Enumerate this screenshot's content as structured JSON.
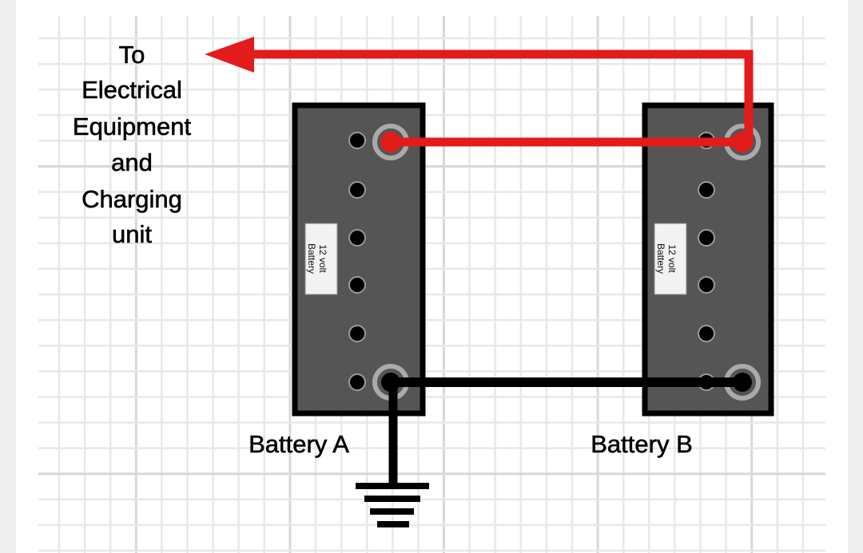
{
  "diagram": {
    "title": "Two 12 volt batteries wired in parallel",
    "destination_label": [
      "To",
      "Electrical",
      "Equipment",
      "and",
      "Charging",
      "unit"
    ],
    "batteries": [
      {
        "id": "A",
        "name": "Battery A",
        "tag_line1": "12 volt",
        "tag_line2": "Battery",
        "voltage": 12,
        "cell_holes": 6
      },
      {
        "id": "B",
        "name": "Battery B",
        "tag_line1": "12 volt",
        "tag_line2": "Battery",
        "voltage": 12,
        "cell_holes": 6
      }
    ],
    "connections": [
      {
        "from": "Battery A positive",
        "to": "Battery B positive",
        "wire": "positive",
        "color": "#e31b1b"
      },
      {
        "from": "Battery B positive",
        "to": "Electrical Equipment and Charging unit",
        "wire": "positive-output",
        "color": "#e31b1b"
      },
      {
        "from": "Battery A negative",
        "to": "Battery B negative",
        "wire": "negative",
        "color": "#000000"
      },
      {
        "from": "Battery A negative",
        "to": "Ground",
        "wire": "ground",
        "color": "#000000"
      }
    ],
    "colors": {
      "positive_wire": "#e31b1b",
      "negative_wire": "#000000",
      "battery_body": "#555555",
      "battery_border": "#000000",
      "terminal_ring": "#aaaaaa",
      "grid_minor": "#e8e8e8",
      "grid_major": "#d8d8d8",
      "page_background": "#ffffff",
      "outer_background": "#efefef"
    },
    "symbols": {
      "ground": "ground-symbol"
    }
  }
}
